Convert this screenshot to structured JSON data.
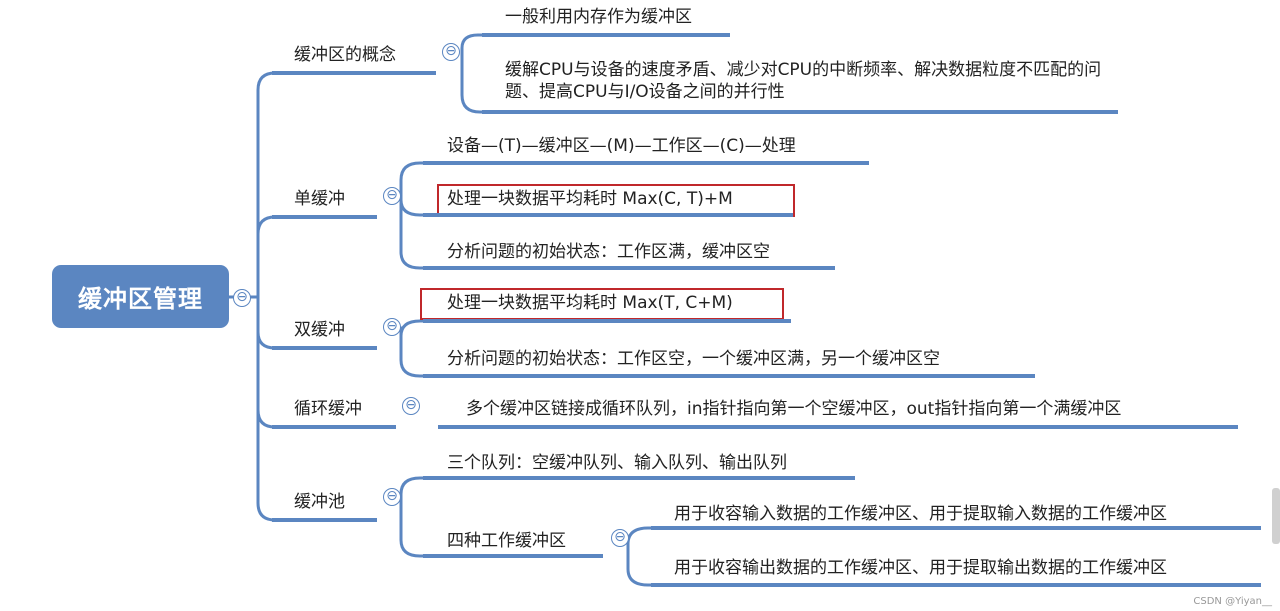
{
  "colors": {
    "branch": "#5b86c1",
    "highlight": "#c0282b"
  },
  "root": {
    "title": "缓冲区管理"
  },
  "branches": [
    {
      "label": "缓冲区的概念",
      "children": [
        "一般利用内存作为缓冲区",
        "缓解CPU与设备的速度矛盾、减少对CPU的中断频率、解决数据粒度不匹配的问题、提高CPU与I/O设备之间的并行性"
      ]
    },
    {
      "label": "单缓冲",
      "children": [
        "设备—(T)—缓冲区—(M)—工作区—(C)—处理",
        "处理一块数据平均耗时 Max(C, T)+M",
        "分析问题的初始状态：工作区满，缓冲区空"
      ]
    },
    {
      "label": "双缓冲",
      "children": [
        "处理一块数据平均耗时 Max(T, C+M)",
        "分析问题的初始状态：工作区空，一个缓冲区满，另一个缓冲区空"
      ]
    },
    {
      "label": "循环缓冲",
      "children": [
        "多个缓冲区链接成循环队列，in指针指向第一个空缓冲区，out指针指向第一个满缓冲区"
      ]
    },
    {
      "label": "缓冲池",
      "children": [
        "三个队列：空缓冲队列、输入队列、输出队列",
        {
          "label": "四种工作缓冲区",
          "children": [
            "用于收容输入数据的工作缓冲区、用于提取输入数据的工作缓冲区",
            "用于收容输出数据的工作缓冲区、用于提取输出数据的工作缓冲区"
          ]
        }
      ]
    }
  ],
  "collapse_symbol": "⊖",
  "watermark": "CSDN @Yiyan__"
}
